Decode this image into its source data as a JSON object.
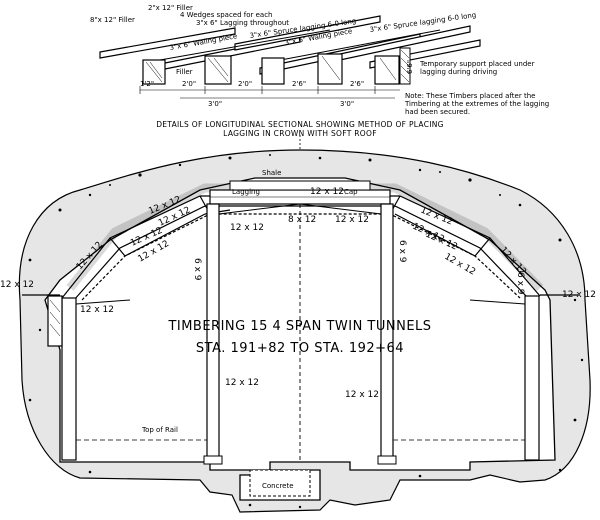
{
  "detail": {
    "labels": {
      "filler_top": "2\"x 12\" Filler",
      "filler_left": "8\"x 12\" Filler",
      "wedges": "4 Wedges spaced for each",
      "lagging_throughout": "3\"x 6\" Lagging throughout",
      "spruce_lagging_1": "3\"x 6\" Spruce lagging 6-0 long",
      "spruce_lagging_2": "3\"x 6\" Spruce lagging 6-0 long",
      "waling_1": "3\"x 6\" Waling piece",
      "waling_2": "3\"x 6\" Waling piece",
      "filler_small": "Filler",
      "temporary_support": "Temporary support placed under lagging during driving",
      "note": "Note: These Timbers placed after the Timbering at the extremes of the lagging had been secured."
    },
    "dimensions": [
      "1'2\"",
      "2'0\"",
      "2'0\"",
      "2'6\"",
      "2'6\"",
      "3'0\"",
      "3'0\"",
      "6'6\""
    ],
    "caption_line1": "DETAILS OF LONGITUDINAL SECTIONAL SHOWING METHOD OF PLACING",
    "caption_line2": "LAGGING IN CROWN WITH SOFT ROOF"
  },
  "section": {
    "title_line1": "TIMBERING 15 4 SPAN TWIN TUNNELS",
    "title_line2": "STA. 191+82 TO STA. 192+64",
    "labels": {
      "shale": "Shale",
      "lagging": "Lagging",
      "cap": "Cap",
      "top_of_rail": "Top of Rail",
      "concrete": "Concrete"
    },
    "member_sizes": [
      "12 x 12",
      "12 x 12",
      "12 x 12",
      "12 x 12",
      "12 x 12",
      "12 x 12",
      "12 x 12",
      "12 x 12",
      "12 x 12",
      "12 x 12",
      "12 x 12",
      "12 x 12",
      "12 x 12",
      "12 x 12",
      "12 x 12",
      "12 x 12",
      "12 x 12",
      "12 x 12",
      "8 x 12",
      "6 x 9",
      "6 x 9",
      "6 x 9"
    ]
  }
}
